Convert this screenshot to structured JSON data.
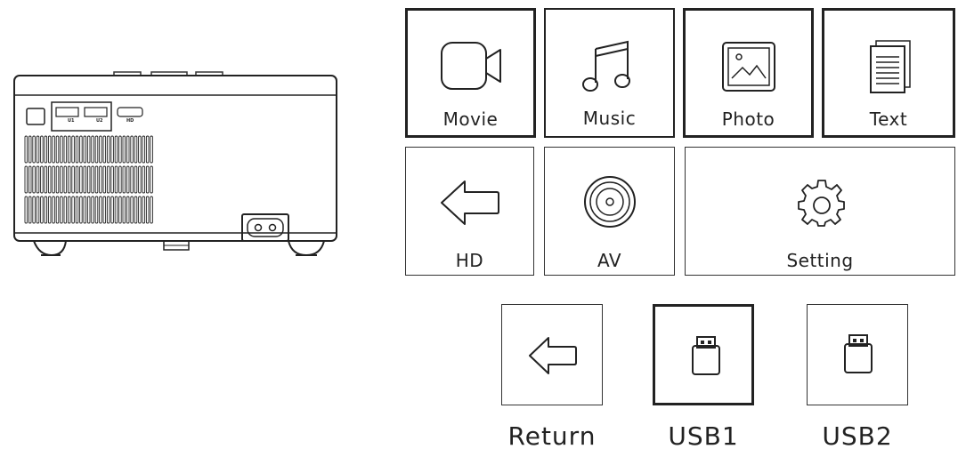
{
  "menu": {
    "tiles": [
      {
        "label": "Movie",
        "icon": "video-camera-icon",
        "selected": true
      },
      {
        "label": "Music",
        "icon": "music-note-icon",
        "selected": false
      },
      {
        "label": "Photo",
        "icon": "photo-icon",
        "selected": true
      },
      {
        "label": "Text",
        "icon": "document-icon",
        "selected": true
      },
      {
        "label": "HD",
        "icon": "arrow-left-icon",
        "selected": false
      },
      {
        "label": "AV",
        "icon": "av-port-icon",
        "selected": false
      },
      {
        "label": "Setting",
        "icon": "gear-icon",
        "selected": false
      }
    ]
  },
  "source": {
    "tiles": [
      {
        "label": "Return",
        "icon": "arrow-left-icon",
        "selected": false
      },
      {
        "label": "USB1",
        "icon": "usb-drive-icon",
        "selected": true
      },
      {
        "label": "USB2",
        "icon": "usb-drive-icon",
        "selected": false
      }
    ]
  },
  "device": {
    "ports": [
      "U1",
      "U2",
      "HD"
    ],
    "icon": "projector-rear-icon"
  }
}
